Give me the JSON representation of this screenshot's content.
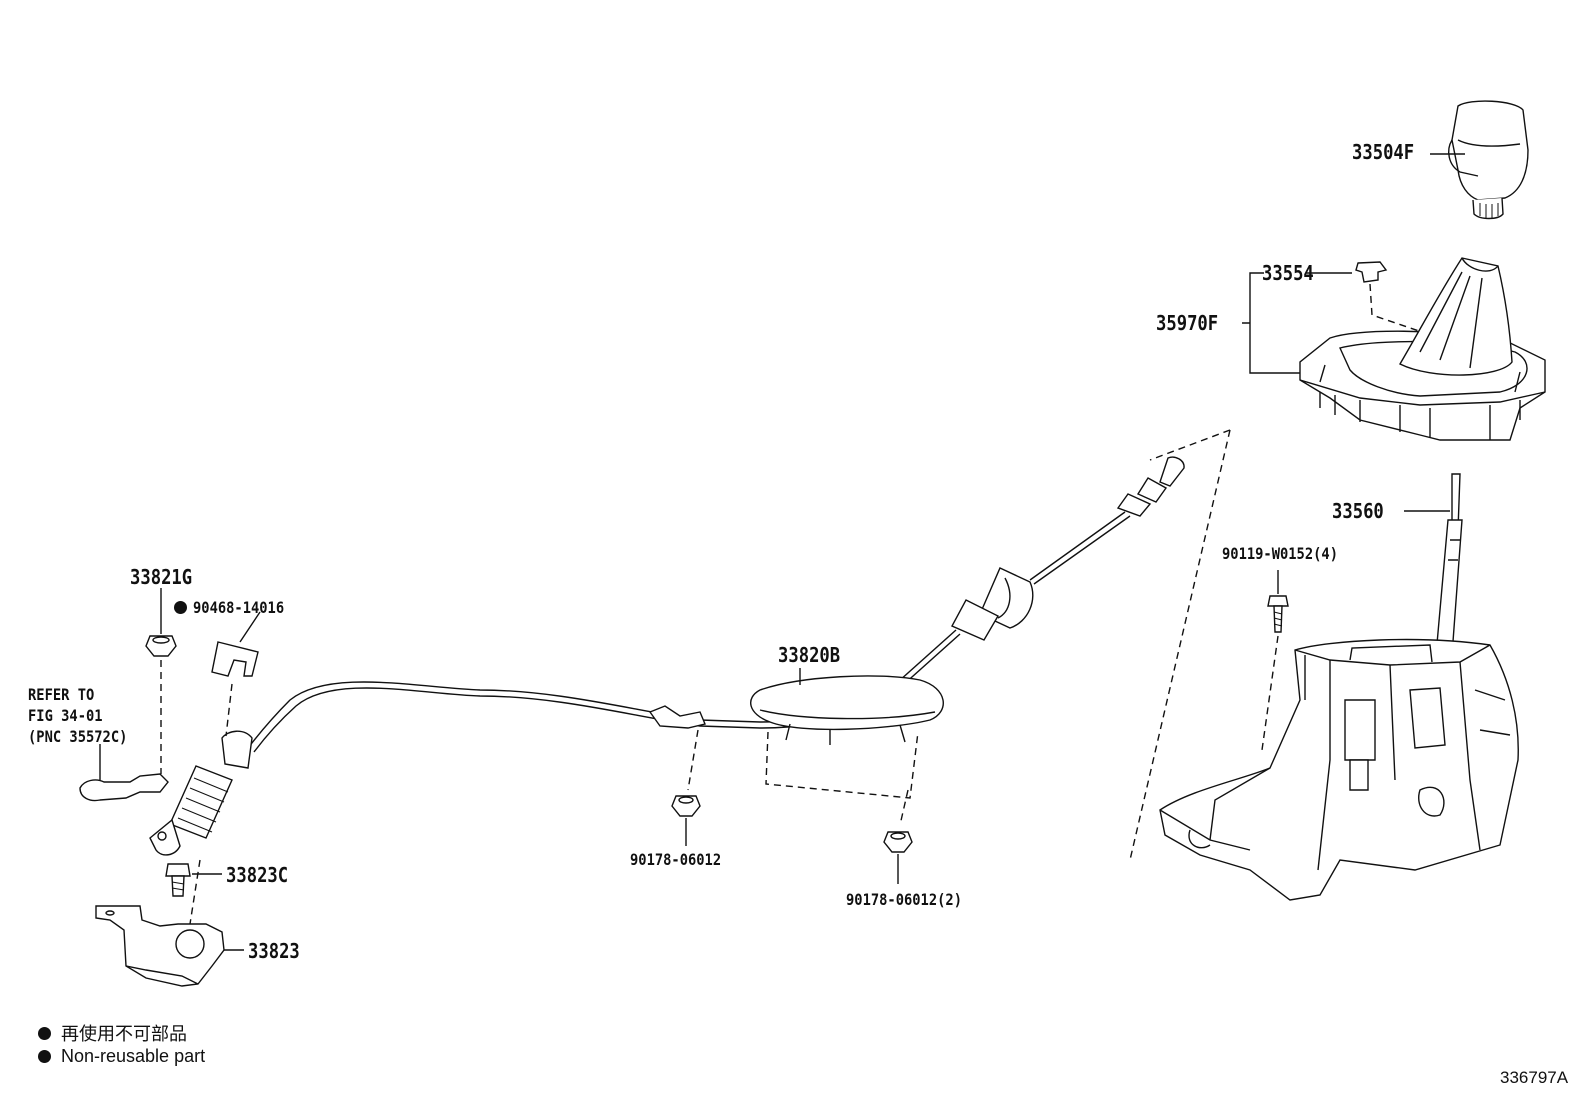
{
  "parts": {
    "p33504F": "33504F",
    "p33554": "33554",
    "p35970F": "35970F",
    "p33560": "33560",
    "p90119": "90119-W0152(4)",
    "p33820B": "33820B",
    "p33821G": "33821G",
    "p90468": "90468-14016",
    "p33823C": "33823C",
    "p33823": "33823",
    "p90178a": "90178-06012",
    "p90178b": "90178-06012(2)"
  },
  "reference": {
    "line1": "REFER TO",
    "line2": "FIG 34-01",
    "line3": "(PNC 35572C)"
  },
  "legend": {
    "jp": "再使用不可部品",
    "en": "Non-reusable part"
  },
  "figure_id": "336797A",
  "colors": {
    "ink": "#111111",
    "background": "#ffffff"
  },
  "icons": {
    "non_reusable_marker": "filled-circle"
  }
}
